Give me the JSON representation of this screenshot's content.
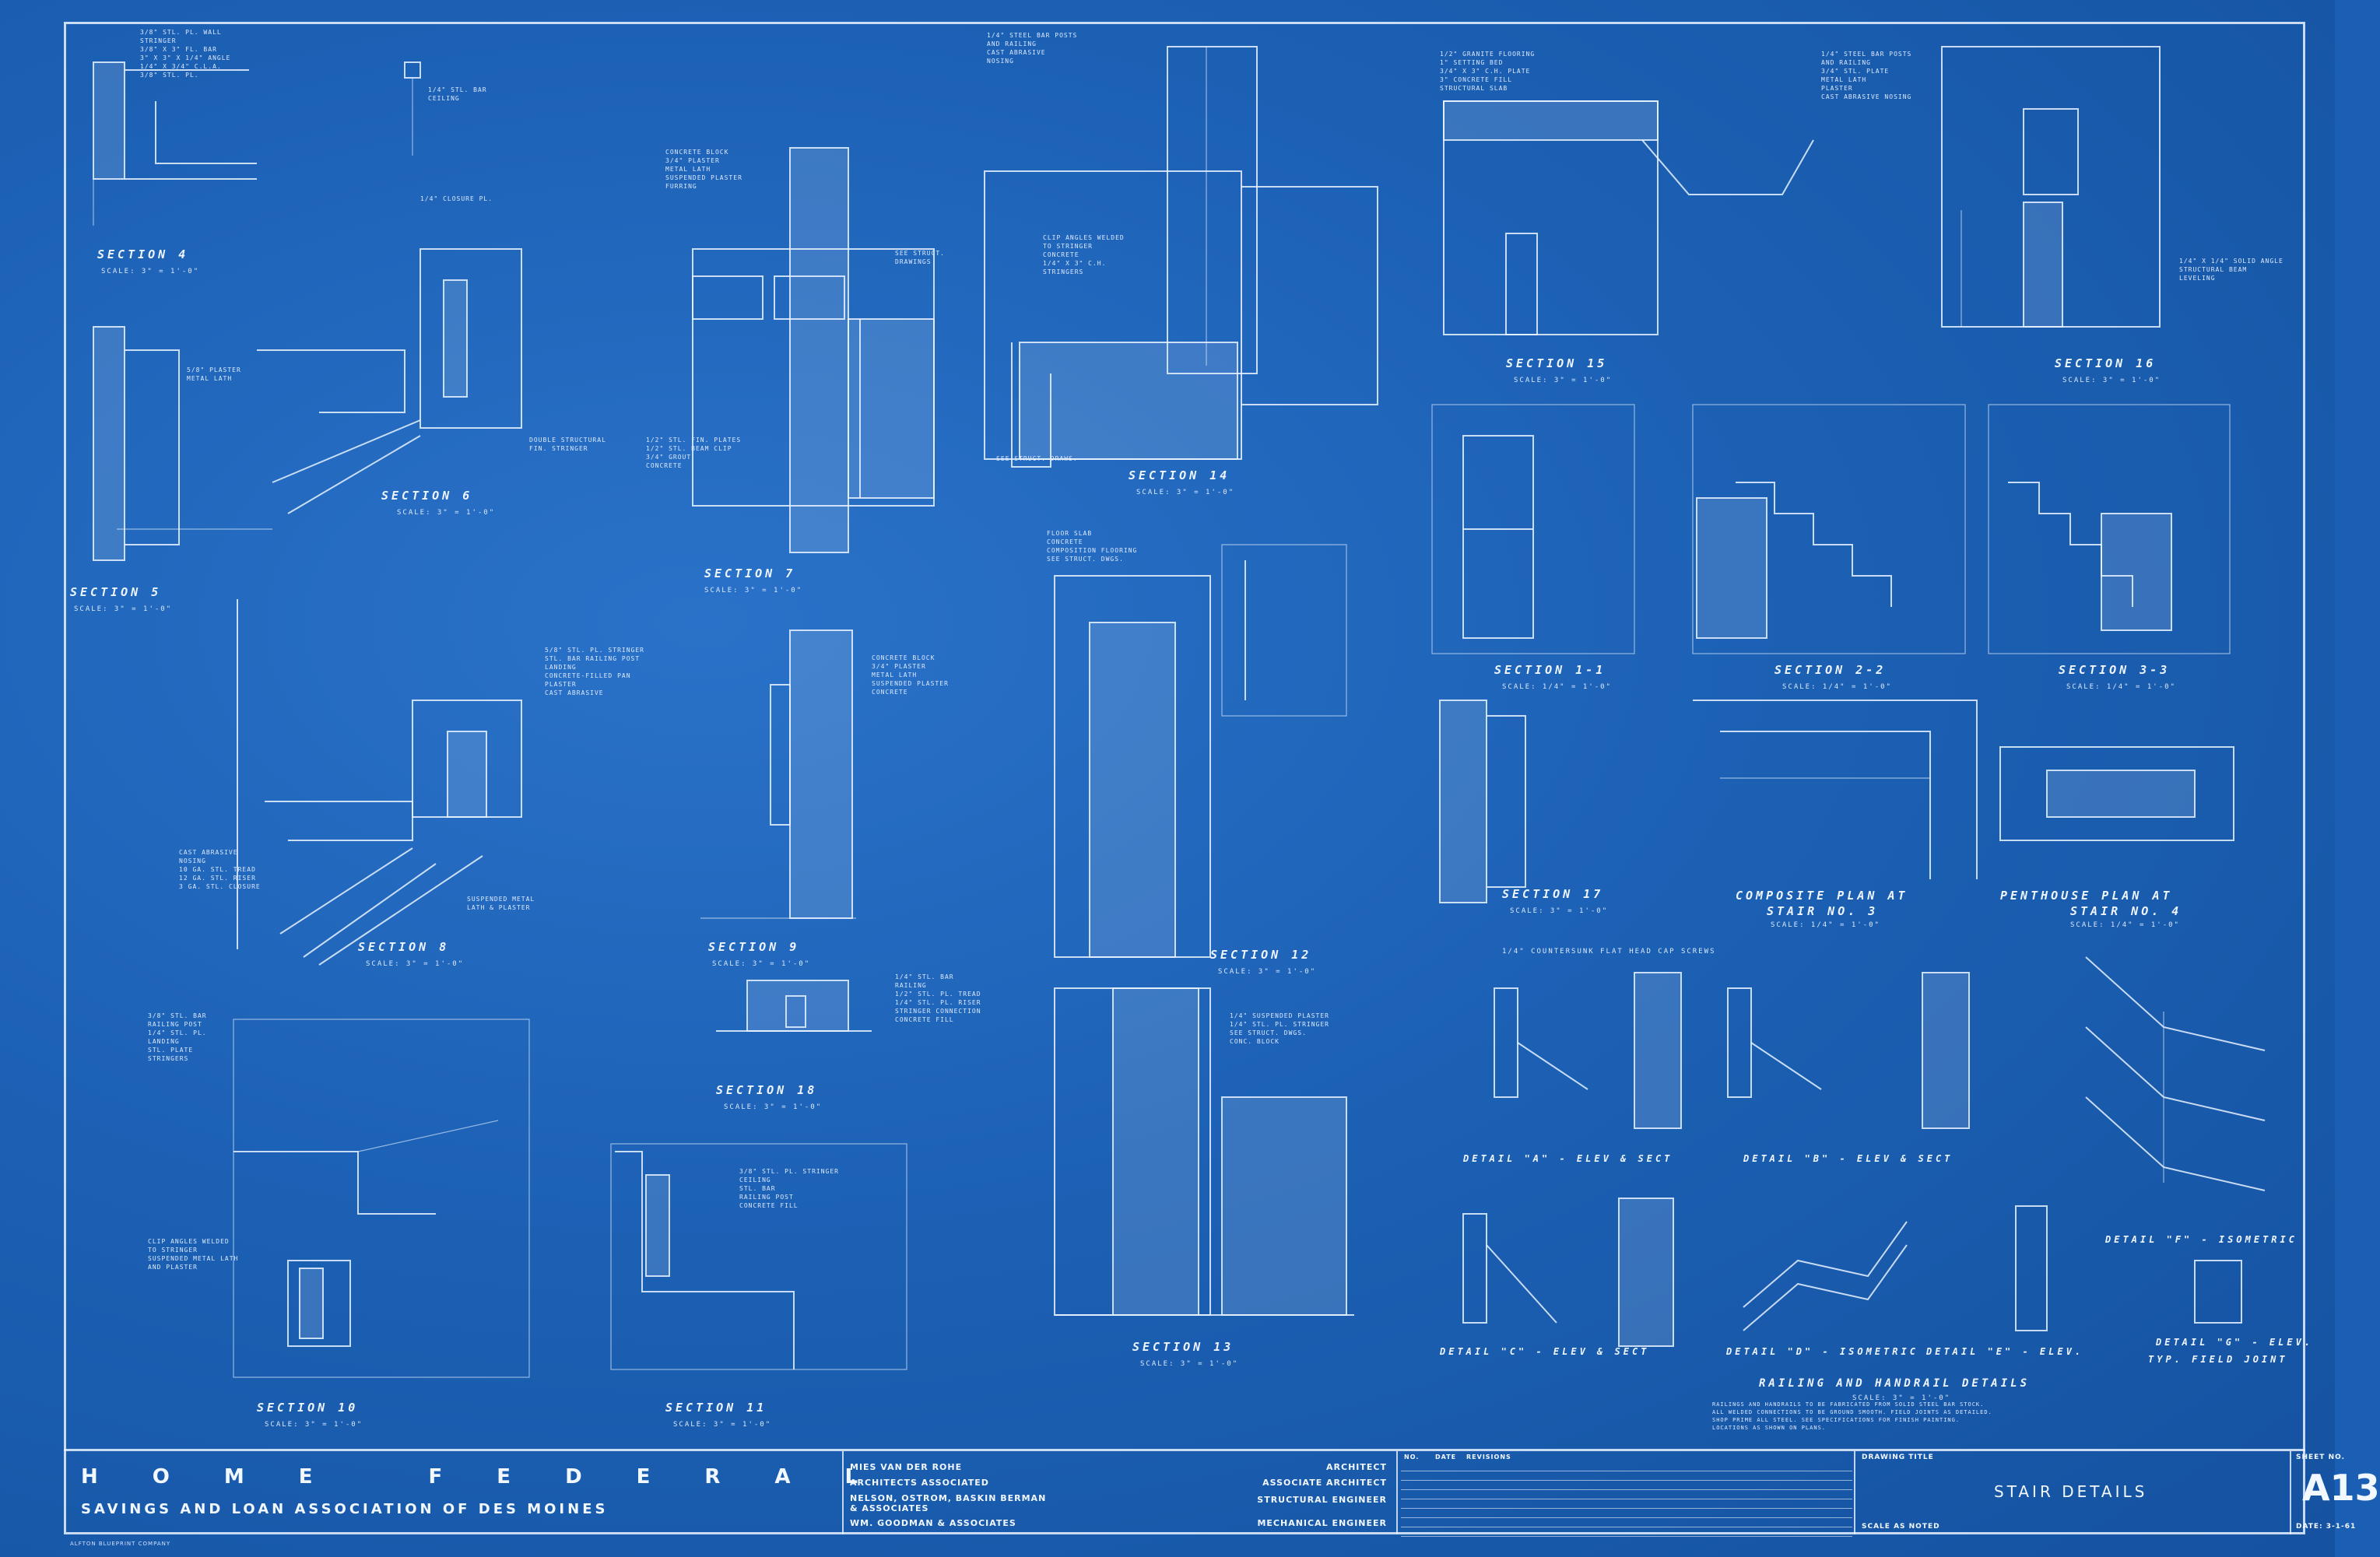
{
  "title_block": {
    "project_line1": "HOME FEDERAL",
    "project_line2": "SAVINGS AND LOAN ASSOCIATION OF DES MOINES",
    "firms": [
      {
        "name": "MIES VAN DER ROHE",
        "role": "ARCHITECT"
      },
      {
        "name": "ARCHITECTS ASSOCIATED",
        "role": "ASSOCIATE ARCHITECT"
      },
      {
        "name": "NELSON, OSTROM, BASKIN BERMAN & ASSOCIATES",
        "role": "STRUCTURAL ENGINEER"
      },
      {
        "name": "WM. GOODMAN & ASSOCIATES",
        "role": "MECHANICAL ENGINEER"
      }
    ],
    "rev_headers": {
      "no": "NO.",
      "date": "DATE",
      "revisions": "REVISIONS"
    },
    "drawing_title_label": "DRAWING TITLE",
    "drawing_title": "STAIR DETAILS",
    "scale_label": "SCALE AS NOTED",
    "sheet_no_label": "SHEET NO.",
    "sheet_no": "A13",
    "date_label": "DATE: 3-1-61",
    "maker": "ALFTON BLUEPRINT COMPANY"
  },
  "sections": [
    {
      "key": "s4",
      "title": "SECTION 4",
      "scale": "SCALE: 3\" = 1'-0\""
    },
    {
      "key": "s5",
      "title": "SECTION 5",
      "scale": "SCALE: 3\" = 1'-0\""
    },
    {
      "key": "s6",
      "title": "SECTION 6",
      "scale": "SCALE: 3\" = 1'-0\""
    },
    {
      "key": "s7",
      "title": "SECTION 7",
      "scale": "SCALE: 3\" = 1'-0\""
    },
    {
      "key": "s8",
      "title": "SECTION 8",
      "scale": "SCALE: 3\" = 1'-0\""
    },
    {
      "key": "s9",
      "title": "SECTION 9",
      "scale": "SCALE: 3\" = 1'-0\""
    },
    {
      "key": "s10",
      "title": "SECTION 10",
      "scale": "SCALE: 3\" = 1'-0\""
    },
    {
      "key": "s11",
      "title": "SECTION 11",
      "scale": "SCALE: 3\" = 1'-0\""
    },
    {
      "key": "s12",
      "title": "SECTION 12",
      "scale": "SCALE: 3\" = 1'-0\""
    },
    {
      "key": "s13",
      "title": "SECTION 13",
      "scale": "SCALE: 3\" = 1'-0\""
    },
    {
      "key": "s14",
      "title": "SECTION 14",
      "scale": "SCALE: 3\" = 1'-0\""
    },
    {
      "key": "s15",
      "title": "SECTION 15",
      "scale": "SCALE: 3\" = 1'-0\""
    },
    {
      "key": "s16",
      "title": "SECTION 16",
      "scale": "SCALE: 3\" = 1'-0\""
    },
    {
      "key": "s17",
      "title": "SECTION 17",
      "scale": "SCALE: 3\" = 1'-0\""
    },
    {
      "key": "s18",
      "title": "SECTION 18",
      "scale": "SCALE: 3\" = 1'-0\""
    },
    {
      "key": "s11b",
      "title": "SECTION 1-1",
      "scale": "SCALE: 1/4\" = 1'-0\""
    },
    {
      "key": "s22",
      "title": "SECTION 2-2",
      "scale": "SCALE: 1/4\" = 1'-0\""
    },
    {
      "key": "s33",
      "title": "SECTION 3-3",
      "scale": "SCALE: 1/4\" = 1'-0\""
    },
    {
      "key": "cplan",
      "title": "COMPOSITE PLAN AT",
      "subtitle": "STAIR NO. 3",
      "scale": "SCALE: 1/4\" = 1'-0\""
    },
    {
      "key": "pplan",
      "title": "PENTHOUSE PLAN AT",
      "subtitle": "STAIR NO. 4",
      "scale": "SCALE: 1/4\" = 1'-0\""
    }
  ],
  "details": {
    "a": "DETAIL \"A\" - ELEV & SECT",
    "b": "DETAIL \"B\" - ELEV & SECT",
    "c": "DETAIL \"C\" - ELEV & SECT",
    "d": "DETAIL \"D\" - ISOMETRIC",
    "e": "DETAIL \"E\" - ELEV.",
    "f": "DETAIL \"F\" - ISOMETRIC",
    "g": "DETAIL \"G\" - ELEV.",
    "g_sub": "TYP. FIELD JOINT",
    "railing_title": "RAILING AND HANDRAIL DETAILS",
    "railing_scale": "SCALE: 3\" = 1'-0\"",
    "countersunk": "1/4\" COUNTERSUNK FLAT HEAD CAP SCREWS"
  },
  "notes": {
    "n1": "3/8\" STL. PL. WALL\nSTRINGER\n3/8\" X 3\" FL. BAR\n3\" X 3\" X 1/4\" ANGLE\n1/4\" X 3/4\" C.L.A.\n3/8\" STL. PL.",
    "n2": "1/4\" STL. BAR\nCEILING",
    "n3": "1/4\" CLOSURE PL.",
    "n4": "5/8\" PLASTER\nMETAL LATH",
    "n5": "CONCRETE BLOCK\n3/4\" PLASTER\nMETAL LATH\nSUSPENDED PLASTER\nFURRING",
    "n6": "SEE STRUCT.\nDRAWINGS",
    "n7": "1/2\" STL. FIN. PLATES\n1/2\" STL. BEAM CLIP\n3/4\" GROUT\nCONCRETE",
    "n8": "DOUBLE STRUCTURAL\nFIN. STRINGER",
    "n9": "CONCRETE BLOCK\n3/4\" PLASTER\nMETAL LATH\nSUSPENDED PLASTER\nCONCRETE",
    "n10": "1/4\" STEEL BAR POSTS\nAND RAILING\nCAST ABRASIVE\nNOSING",
    "n11": "CLIP ANGLES WELDED\nTO STRINGER\nCONCRETE\n1/4\" X 3\" C.H.\nSTRINGERS",
    "n12": "SEE STRUCT. DRAWS.",
    "n13": "1/2\" GRANITE FLOORING\n1\" SETTING BED\n3/4\" X 3\" C.H. PLATE\n3\" CONCRETE FILL\nSTRUCTURAL SLAB",
    "n14": "1/4\" STEEL BAR POSTS\nAND RAILING\n3/4\" STL. PLATE\nMETAL LATH\nPLASTER\nCAST ABRASIVE NOSING",
    "n15": "1/4\" X 1/4\" SOLID ANGLE\nSTRUCTURAL BEAM\nLEVELING",
    "n16": "5/8\" STL. PL. STRINGER\nSTL. BAR RAILING POST\nLANDING\nCONCRETE-FILLED PAN\nPLASTER\nCAST ABRASIVE",
    "n17": "CAST ABRASIVE\nNOSING\n10 GA. STL. TREAD\n12 GA. STL. RISER\n3 GA. STL. CLOSURE",
    "n18": "SUSPENDED METAL\nLATH & PLASTER",
    "n19": "3/8\" STL. BAR\nRAILING POST\n1/4\" STL. PL.\nLANDING\nSTL. PLATE\nSTRINGERS",
    "n20": "CLIP ANGLES WELDED\nTO STRINGER\nSUSPENDED METAL LATH\nAND PLASTER",
    "n21": "3/8\" STL. PL. STRINGER\nCEILING\nSTL. BAR\nRAILING POST\nCONCRETE FILL",
    "n22": "1/4\" STL. BAR\nRAILING\n1/2\" STL. PL. TREAD\n1/4\" STL. PL. RISER\nSTRINGER CONNECTION\nCONCRETE FILL",
    "n23": "FLOOR SLAB\nCONCRETE\nCOMPOSITION FLOORING\nSEE STRUCT. DWGS.",
    "n24": "1/4\" SUSPENDED PLASTER\n1/4\" STL. PL. STRINGER\nSEE STRUCT. DWGS.\nCONC. BLOCK",
    "n25": "RAILINGS AND HANDRAILS TO BE FABRICATED FROM SOLID STEEL BAR STOCK.\nALL WELDED CONNECTIONS TO BE GROUND SMOOTH. FIELD JOINTS AS DETAILED.\nSHOP PRIME ALL STEEL. SEE SPECIFICATIONS FOR FINISH PAINTING.\nLOCATIONS AS SHOWN ON PLANS."
  }
}
